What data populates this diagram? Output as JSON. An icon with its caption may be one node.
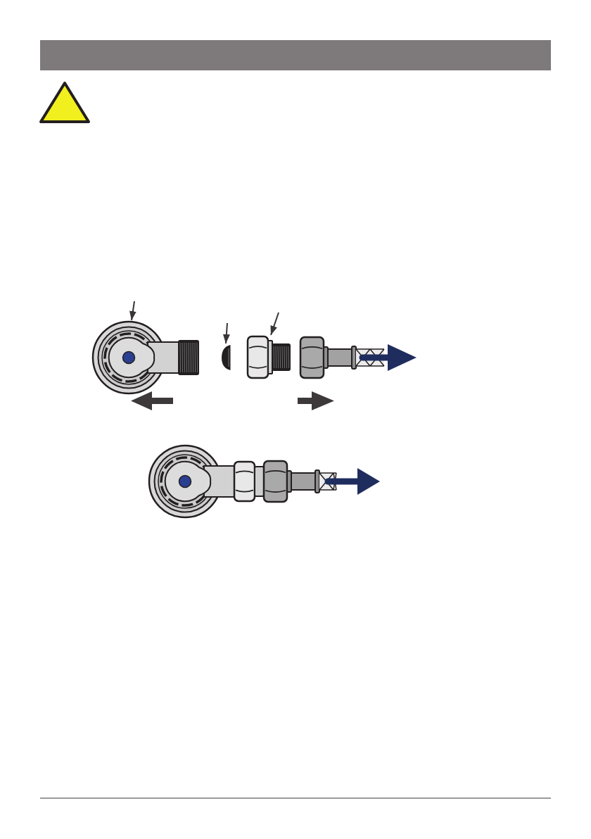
{
  "diagram": {
    "nodes": [
      {
        "text": [],
        "shape": "picture"
      },
      {
        "text": [],
        "shape": "picture"
      },
      {
        "text": [],
        "shape": "picture"
      }
    ],
    "edges": [
      {
        "from": null,
        "to": 0,
        "arrow": "to"
      },
      {
        "from": null,
        "to": 1,
        "arrow": "to"
      },
      {
        "from": null,
        "to": 2,
        "arrow": "to"
      }
    ]
  }
}
